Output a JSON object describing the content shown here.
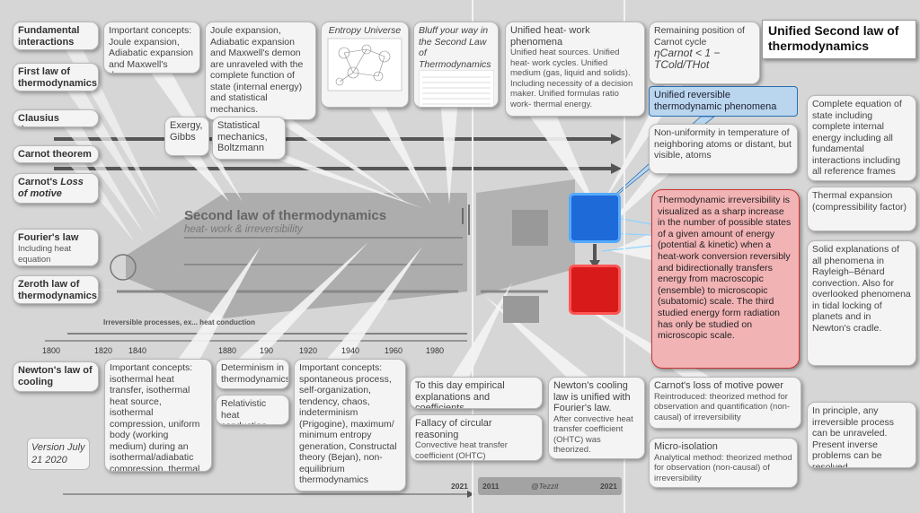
{
  "colors": {
    "background": "#d6d6d6",
    "box": "#f4f4f4",
    "blue_accent": "#1e6ad8",
    "red_accent": "#d81a1a",
    "red_box": "#f2b3b5",
    "blue_box": "#b9d6ee"
  },
  "left_labels": {
    "fundamental": "Fundamental interactions",
    "first_law": "First law of thermodynamics",
    "clausius": "Clausius theorem",
    "carnot_theorem": "Carnot theorem",
    "carnot_loss_a": "Carnot's ",
    "carnot_loss_b": "Loss of motive power",
    "fourier_title": "Fourier's law",
    "fourier_sub": "Including heat equation",
    "zeroth": "Zeroth law of thermodynamics",
    "newton": "Newton's law of cooling"
  },
  "top_boxes": {
    "important_concepts_1": "Important concepts: Joule expansion, Adiabatic expansion and Maxwell's demon",
    "joule": "Joule expansion, Adiabatic expansion and Maxwell's demon are unraveled with the complete function of state (internal energy) and statistical mechanics.",
    "entropy_universe": "Entropy Universe",
    "bluff": "Bluff your way in the Second Law of Thermodynamics",
    "exergy": "Exergy, Gibbs",
    "statistical": "Statistical mechanics, Boltzmann",
    "unified_hw_title": "Unified heat- work phenomena",
    "unified_hw_body": "Unified heat sources. Unified heat- work cycles. Unified medium (gas, liquid and solids). Including necessity of a decision maker. Unified formulas ratio work- thermal energy.",
    "remaining": "Remaining position of Carnot cycle",
    "formula": "ηCarnot < 1 − TCold/THot"
  },
  "right_boxes": {
    "unified_second": "Unified Second law of thermodynamics",
    "complete_eq": "Complete equation of state including complete internal energy including all fundamental interactions including all reference frames",
    "unified_reversible": "Unified reversible thermodynamic phenomena",
    "nonuniformity": "Non-uniformity in temperature of neighboring atoms or distant, but visible, atoms",
    "irreversibility": "Thermodynamic irreversibility is visualized as a sharp increase in the number of possible states of a given amount of energy (potential & kinetic) when a heat-work conversion reversibly and bidirectionally transfers energy from macroscopic (ensemble) to microscopic (subatomic) scale. The third studied energy form radiation has only be studied on microscopic scale.",
    "thermal_expansion": "Thermal expansion (compressibility factor)",
    "solid_explanations": "Solid explanations of all phenomena in Rayleigh–Bénard convection. Also for overlooked phenomena in tidal locking of planets and in Newton's cradle.",
    "principle": "In principle, any irreversible process can be unraveled. Present inverse problems can be resolved.",
    "carnot_reintro_title": "Carnot's loss of motive power",
    "carnot_reintro_body": "Reintroduced: theorized method for observation and quantification (non-causal) of irreversibility",
    "micro_title": "Micro-isolation",
    "micro_body": "Analytical method: theorized method for observation (non-causal) of irreversibility"
  },
  "bottom_boxes": {
    "important_concepts_2": "Important concepts: isothermal heat transfer, isothermal heat source, isothermal compression, uniform body (working medium) during an isothermal/adiabatic compression, thermal equilibrium",
    "determinism": "Determinism in thermodynamics",
    "relativistic": "Relativistic heat conduction",
    "important_concepts_3": "Important concepts: spontaneous process, self-organization, tendency, chaos, indeterminism (Prigogine), maximum/ minimum entropy generation, Constructal theory (Bejan), non-equilibrium thermodynamics",
    "empirical": "To this day empirical explanations and coefficients",
    "fallacy_title": "Fallacy of circular reasoning",
    "fallacy_body": "Convective heat transfer coefficient (OHTC)",
    "newton_unified_title": "Newton's cooling law is unified with Fourier's law.",
    "newton_unified_body": "After convective heat transfer coefficient (OHTC) was theorized.",
    "version": "Version July 21 2020"
  },
  "diagram": {
    "second_law_title": "Second law of thermodynamics",
    "second_law_sub": "heat- work & irreversibility",
    "irreversible_processes": "Irreversible processes, ex... heat conduction",
    "years": [
      "1800",
      "1820",
      "1840",
      "1880",
      "190",
      "1920",
      "1940",
      "1960",
      "1980"
    ],
    "timeline_left": "2021",
    "timeline_mid": "2011",
    "timeline_handle": "@Tezzit",
    "timeline_right": "2021"
  }
}
